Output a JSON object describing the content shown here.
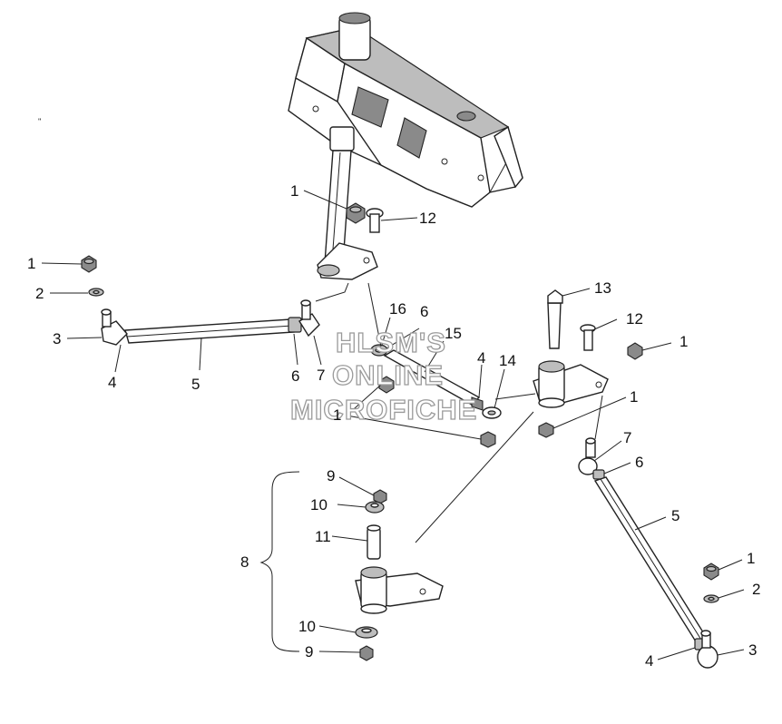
{
  "watermark": {
    "line1": "HLSM'S",
    "line2": "ONLINE",
    "line3": "MICROFICHE"
  },
  "mark": "''",
  "callouts": [
    {
      "id": "c-1a",
      "text": "1"
    },
    {
      "id": "c-12a",
      "text": "12"
    },
    {
      "id": "c-1b",
      "text": "1"
    },
    {
      "id": "c-2a",
      "text": "2"
    },
    {
      "id": "c-3a",
      "text": "3"
    },
    {
      "id": "c-4a",
      "text": "4"
    },
    {
      "id": "c-5a",
      "text": "5"
    },
    {
      "id": "c-6a",
      "text": "6"
    },
    {
      "id": "c-7a",
      "text": "7"
    },
    {
      "id": "c-16",
      "text": "16"
    },
    {
      "id": "c-6b",
      "text": "6"
    },
    {
      "id": "c-15",
      "text": "15"
    },
    {
      "id": "c-4b",
      "text": "4"
    },
    {
      "id": "c-14",
      "text": "14"
    },
    {
      "id": "c-1c",
      "text": "1"
    },
    {
      "id": "c-13",
      "text": "13"
    },
    {
      "id": "c-12b",
      "text": "12"
    },
    {
      "id": "c-1d",
      "text": "1"
    },
    {
      "id": "c-1e",
      "text": "1"
    },
    {
      "id": "c-7b",
      "text": "7"
    },
    {
      "id": "c-6c",
      "text": "6"
    },
    {
      "id": "c-5b",
      "text": "5"
    },
    {
      "id": "c-9a",
      "text": "9"
    },
    {
      "id": "c-10a",
      "text": "10"
    },
    {
      "id": "c-11",
      "text": "11"
    },
    {
      "id": "c-8",
      "text": "8"
    },
    {
      "id": "c-10b",
      "text": "10"
    },
    {
      "id": "c-9b",
      "text": "9"
    },
    {
      "id": "c-1f",
      "text": "1"
    },
    {
      "id": "c-2b",
      "text": "2"
    },
    {
      "id": "c-4c",
      "text": "4"
    },
    {
      "id": "c-3b",
      "text": "3"
    }
  ]
}
